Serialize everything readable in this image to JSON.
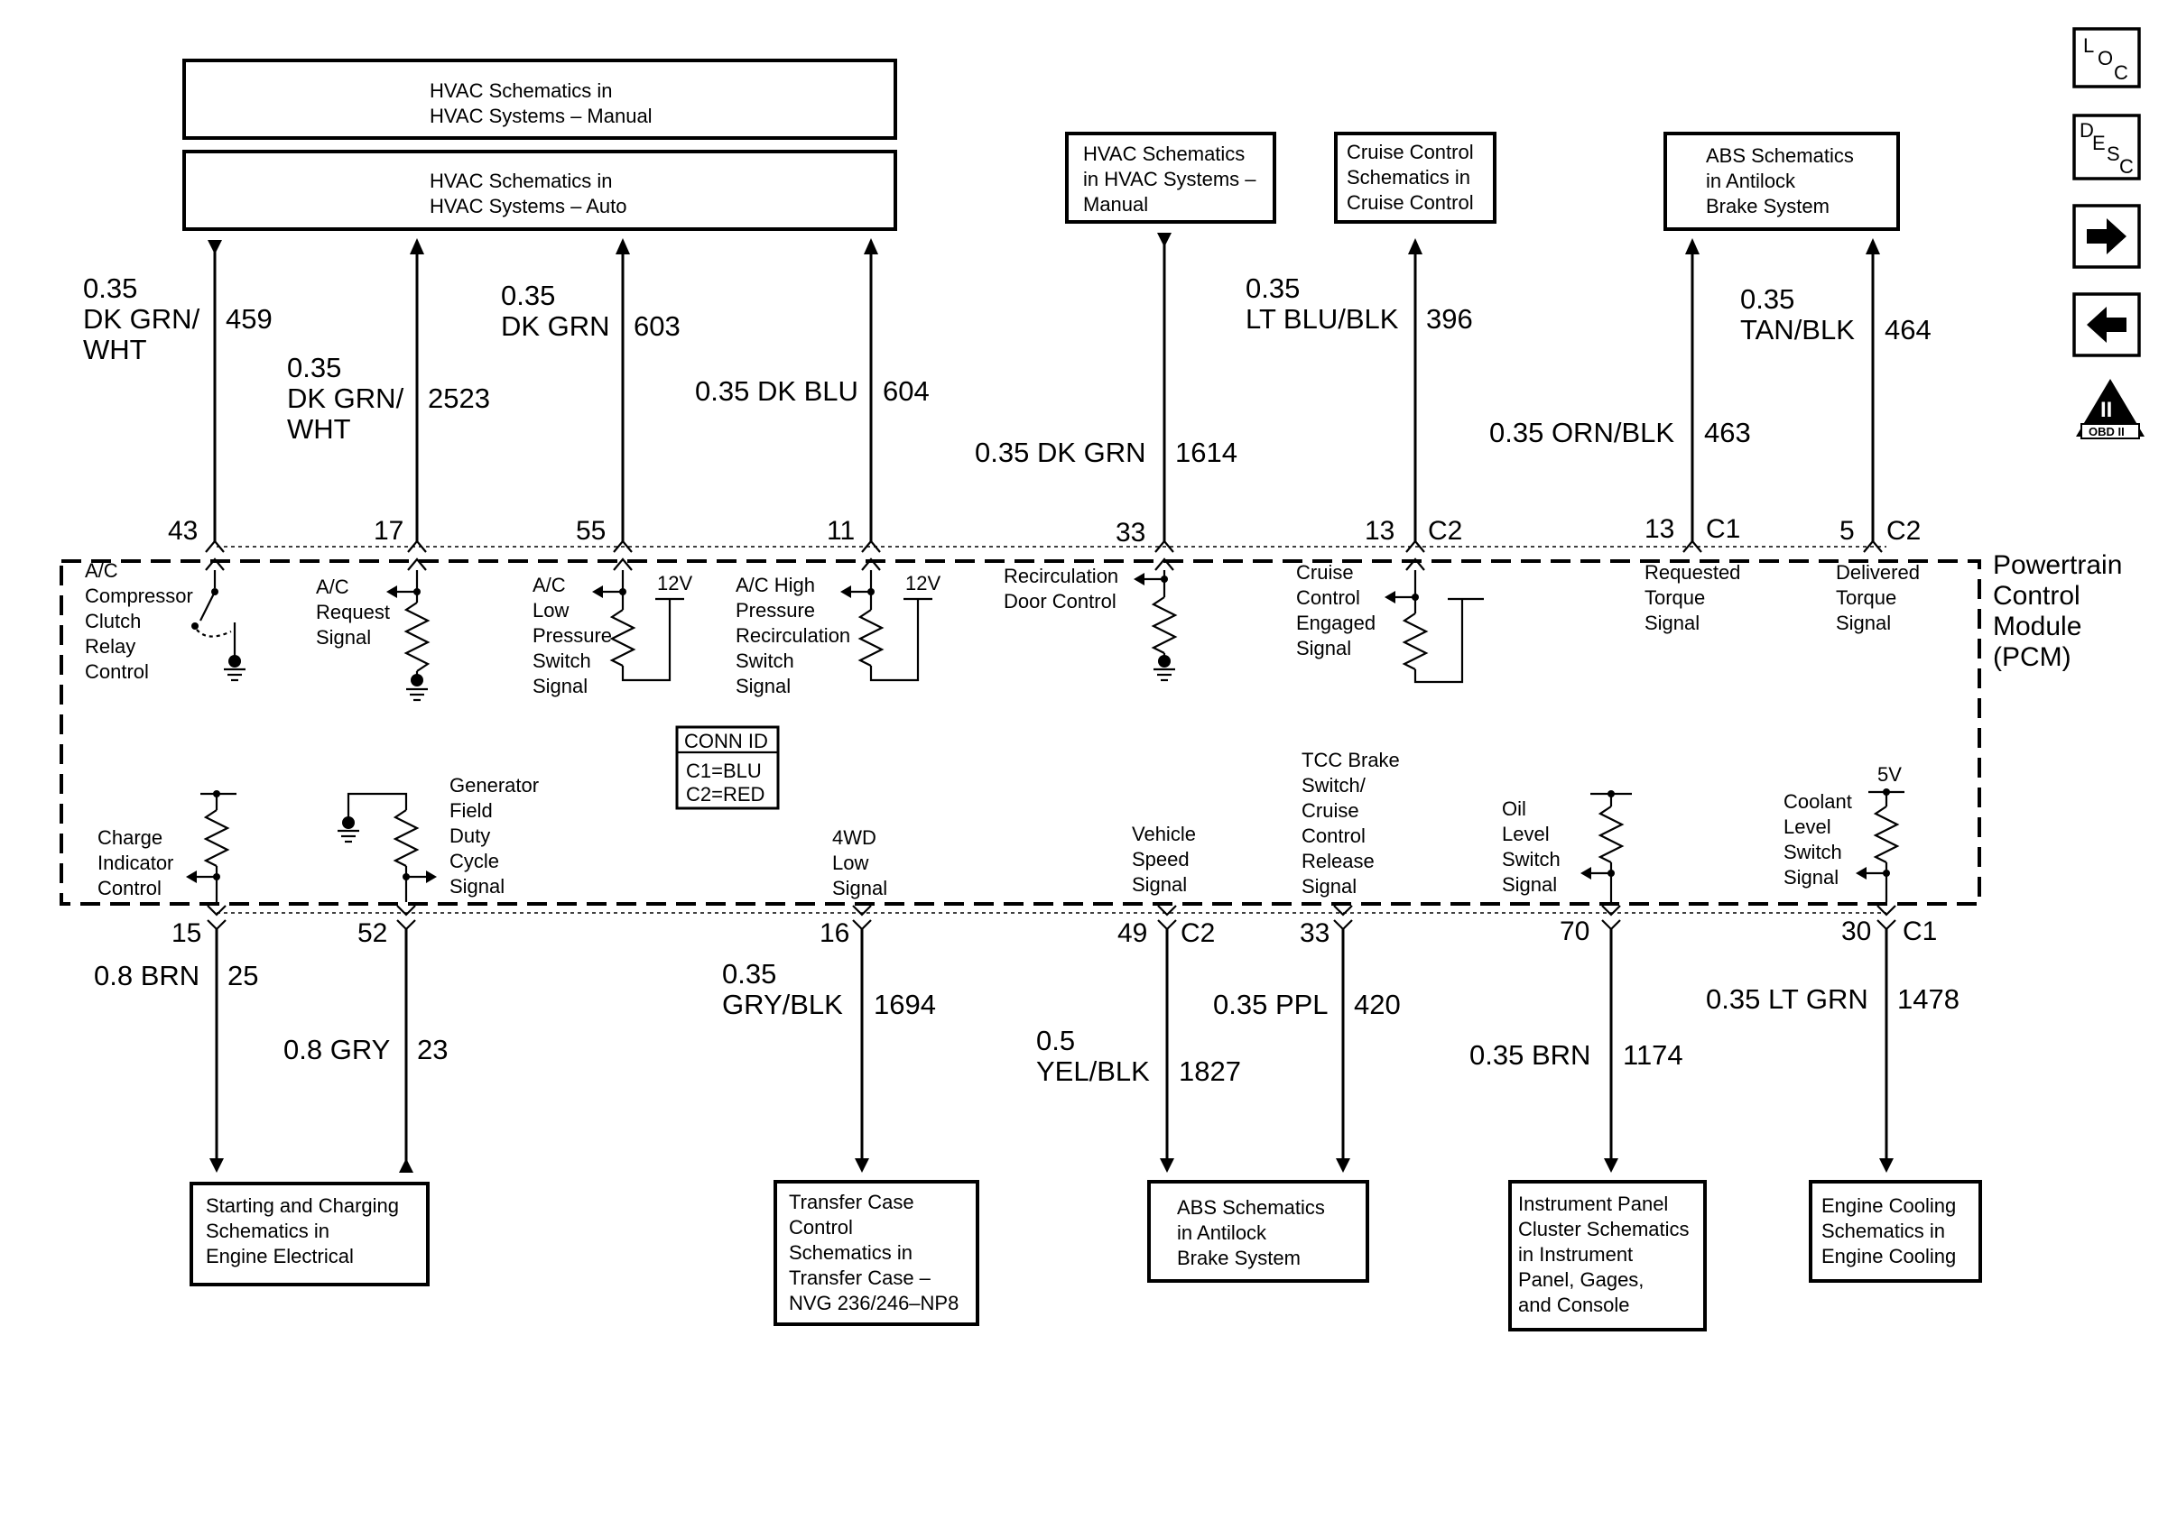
{
  "top_boxes": [
    {
      "id": "hvac-manual",
      "lines": [
        "HVAC Schematics in",
        "HVAC Systems – Manual"
      ]
    },
    {
      "id": "hvac-auto",
      "lines": [
        "HVAC Schematics in",
        "HVAC Systems – Auto"
      ]
    },
    {
      "id": "hvac-manual-2",
      "lines": [
        "HVAC Schematics",
        "in HVAC Systems –",
        "Manual"
      ]
    },
    {
      "id": "cruise",
      "lines": [
        "Cruise Control",
        "Schematics in",
        "Cruise Control"
      ]
    },
    {
      "id": "abs-top",
      "lines": [
        "ABS Schematics",
        "in Antilock",
        "Brake System"
      ]
    }
  ],
  "bottom_boxes": [
    {
      "id": "starting",
      "lines": [
        "Starting and Charging",
        "Schematics in",
        "Engine Electrical"
      ]
    },
    {
      "id": "transfer",
      "lines": [
        "Transfer Case",
        "Control",
        "Schematics in",
        "Transfer Case –",
        "NVG 236/246–NP8"
      ]
    },
    {
      "id": "abs-bottom",
      "lines": [
        "ABS Schematics",
        "in Antilock",
        "Brake System"
      ]
    },
    {
      "id": "ipc",
      "lines": [
        "Instrument Panel",
        "Cluster Schematics",
        "in Instrument",
        "Panel, Gages,",
        "and Console"
      ]
    },
    {
      "id": "cooling",
      "lines": [
        "Engine Cooling",
        "Schematics in",
        "Engine Cooling"
      ]
    }
  ],
  "top_wires": [
    {
      "pin": "43",
      "conn": "",
      "color_lines": [
        "0.35",
        "DK GRN/",
        "WHT"
      ],
      "circuit": "459",
      "signal_lines": [
        "A/C",
        "Compressor",
        "Clutch",
        "Relay",
        "Control"
      ]
    },
    {
      "pin": "17",
      "conn": "",
      "color_lines": [
        "0.35",
        "DK GRN/",
        "WHT"
      ],
      "circuit": "2523",
      "signal_lines": [
        "A/C",
        "Request",
        "Signal"
      ]
    },
    {
      "pin": "55",
      "conn": "",
      "color_lines": [
        "0.35",
        "DK GRN"
      ],
      "circuit": "603",
      "signal_lines": [
        "A/C",
        "Low",
        "Pressure",
        "Switch",
        "Signal"
      ]
    },
    {
      "pin": "11",
      "conn": "",
      "color_lines": [
        "0.35 DK BLU"
      ],
      "circuit": "604",
      "signal_lines": [
        "A/C High",
        "Pressure",
        "Recirculation",
        "Switch",
        "Signal"
      ]
    },
    {
      "pin": "33",
      "conn": "",
      "color_lines": [
        "0.35 DK GRN"
      ],
      "circuit": "1614",
      "signal_lines": [
        "Recirculation",
        "Door Control"
      ]
    },
    {
      "pin": "13",
      "conn": "C2",
      "color_lines": [
        "0.35",
        "LT BLU/BLK"
      ],
      "circuit": "396",
      "signal_lines": [
        "Cruise",
        "Control",
        "Engaged",
        "Signal"
      ]
    },
    {
      "pin": "13",
      "conn": "C1",
      "color_lines": [
        "0.35 ORN/BLK"
      ],
      "circuit": "463",
      "signal_lines": [
        "Requested",
        "Torque",
        "Signal"
      ]
    },
    {
      "pin": "5",
      "conn": "C2",
      "color_lines": [
        "0.35",
        "TAN/BLK"
      ],
      "circuit": "464",
      "signal_lines": [
        "Delivered",
        "Torque",
        "Signal"
      ]
    }
  ],
  "bottom_wires": [
    {
      "pin": "15",
      "conn": "",
      "color_lines": [
        "0.8 BRN"
      ],
      "circuit": "25",
      "signal_lines": [
        "Charge",
        "Indicator",
        "Control"
      ]
    },
    {
      "pin": "52",
      "conn": "",
      "color_lines": [
        "0.8 GRY"
      ],
      "circuit": "23",
      "signal_lines": [
        "Generator",
        "Field",
        "Duty",
        "Cycle",
        "Signal"
      ]
    },
    {
      "pin": "16",
      "conn": "",
      "color_lines": [
        "0.35",
        "GRY/BLK"
      ],
      "circuit": "1694",
      "signal_lines": [
        "4WD",
        "Low",
        "Signal"
      ]
    },
    {
      "pin": "49",
      "conn": "C2",
      "color_lines": [
        "0.5",
        "YEL/BLK"
      ],
      "circuit": "1827",
      "signal_lines": [
        "Vehicle",
        "Speed",
        "Signal"
      ]
    },
    {
      "pin": "33",
      "conn": "",
      "color_lines": [
        "0.35 PPL"
      ],
      "circuit": "420",
      "signal_lines": [
        "TCC Brake",
        "Switch/",
        "Cruise",
        "Control",
        "Release",
        "Signal"
      ]
    },
    {
      "pin": "70",
      "conn": "",
      "color_lines": [
        "0.35 BRN"
      ],
      "circuit": "1174",
      "signal_lines": [
        "Oil",
        "Level",
        "Switch",
        "Signal"
      ]
    },
    {
      "pin": "30",
      "conn": "C1",
      "color_lines": [
        "0.35 LT GRN"
      ],
      "circuit": "1478",
      "signal_lines": [
        "Coolant",
        "Level",
        "Switch",
        "Signal"
      ]
    }
  ],
  "voltages": {
    "v12": "12V",
    "v5": "5V"
  },
  "pcm_lines": [
    "Powertrain",
    "Control",
    "Module",
    "(PCM)"
  ],
  "conn_id": {
    "title": "CONN ID",
    "lines": [
      "C1=BLU",
      "C2=RED"
    ]
  },
  "side_icons": [
    {
      "name": "loc-icon",
      "letters": [
        "L",
        "O",
        "C"
      ]
    },
    {
      "name": "desc-icon",
      "letters": [
        "D",
        "E",
        "S",
        "C"
      ]
    },
    {
      "name": "arrow-right-icon"
    },
    {
      "name": "arrow-left-icon"
    },
    {
      "name": "obd-icon",
      "lines": [
        "II",
        "OBD II"
      ]
    }
  ]
}
